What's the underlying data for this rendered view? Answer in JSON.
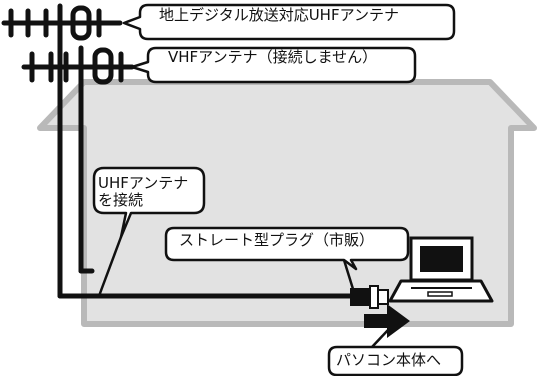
{
  "labels": {
    "uhf_antenna": "地上デジタル放送対応UHFアンテナ",
    "vhf_antenna": "VHFアンテナ（接続しません）",
    "uhf_connect_line1": "UHFアンテナ",
    "uhf_connect_line2": "を接続",
    "cable_plug": "ストレート型プラグ（市販）",
    "to_pc": "パソコン本体へ"
  },
  "colors": {
    "house_fill": "#e2e2e2",
    "house_stroke": "#b9b9b9",
    "line": "#111111",
    "callout_fill": "#ffffff",
    "callout_stroke": "#111111"
  },
  "icons": {
    "uhf_antenna": "uhf-antenna-icon",
    "vhf_antenna": "vhf-antenna-icon",
    "house": "house-icon",
    "laptop": "laptop-icon",
    "plug": "plug-icon",
    "arrow": "right-arrow-icon"
  }
}
